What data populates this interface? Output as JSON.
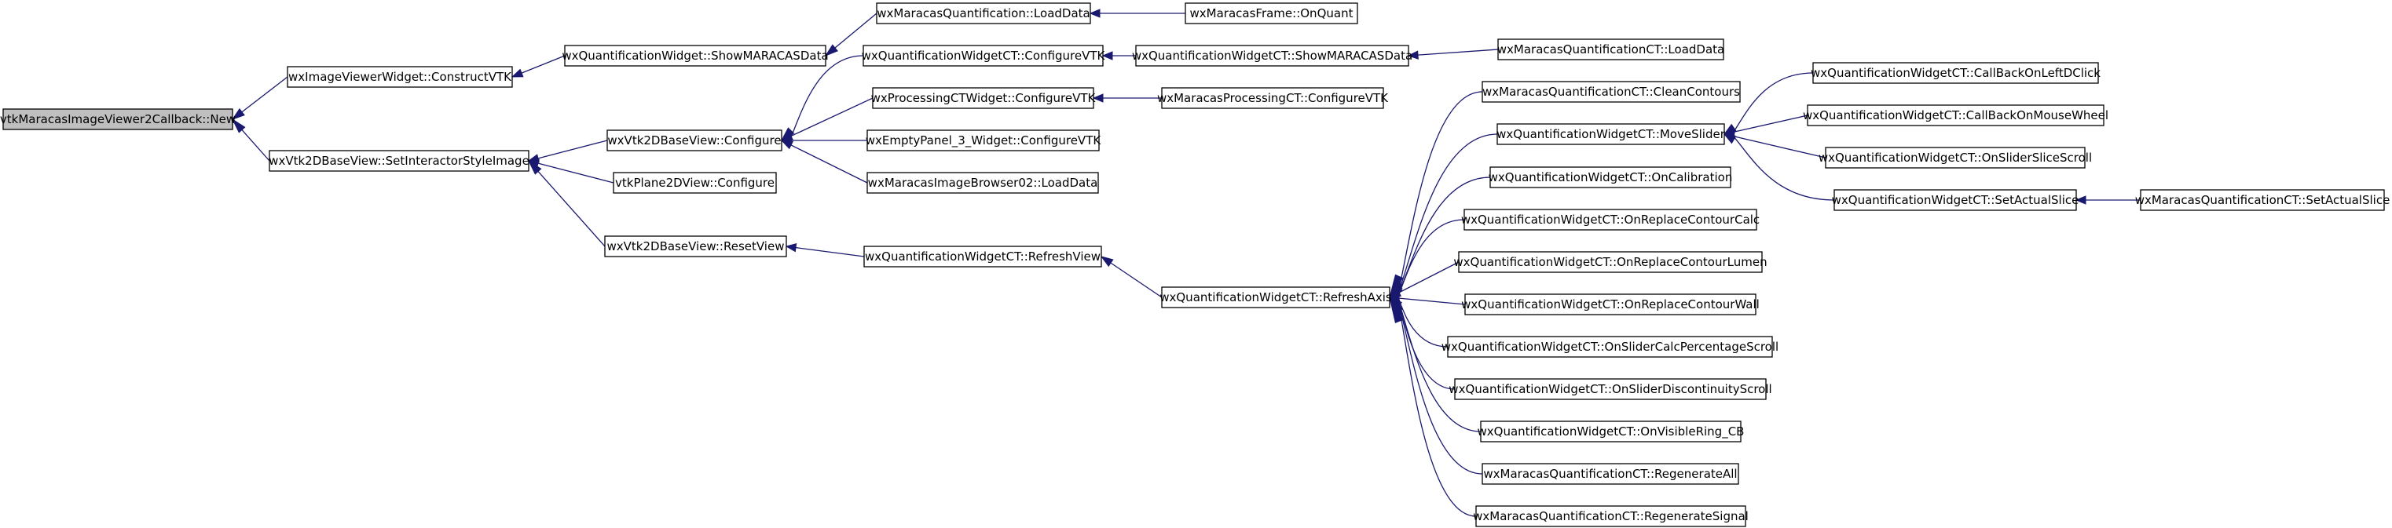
{
  "diagram": {
    "type": "doxygen-caller-graph",
    "colors": {
      "edge": "#191970",
      "node_border": "#000000",
      "root_fill": "#bfbfbf",
      "node_fill": "#ffffff"
    },
    "nodes": [
      {
        "id": "n_root",
        "label": "vtkMaracasImageViewer2Callback::New",
        "root": true
      },
      {
        "id": "n_ivw",
        "label": "wxImageViewerWidget::ConstructVTK"
      },
      {
        "id": "n_sisi",
        "label": "wxVtk2DBaseView::SetInteractorStyleImage"
      },
      {
        "id": "n_qwsm",
        "label": "wxQuantificationWidget::ShowMARACASData"
      },
      {
        "id": "n_mqld",
        "label": "wxMaracasQuantification::LoadData"
      },
      {
        "id": "n_mfoq",
        "label": "wxMaracasFrame::OnQuant"
      },
      {
        "id": "n_v2dc",
        "label": "wxVtk2DBaseView::Configure"
      },
      {
        "id": "n_p2dc",
        "label": "vtkPlane2DView::Configure"
      },
      {
        "id": "n_v2rv",
        "label": "wxVtk2DBaseView::ResetView"
      },
      {
        "id": "n_qcvtk",
        "label": "wxQuantificationWidgetCT::ConfigureVTK"
      },
      {
        "id": "n_pcvtk",
        "label": "wxProcessingCTWidget::ConfigureVTK"
      },
      {
        "id": "n_ep3",
        "label": "wxEmptyPanel_3_Widget::ConfigureVTK"
      },
      {
        "id": "n_mib02",
        "label": "wxMaracasImageBrowser02::LoadData"
      },
      {
        "id": "n_qcrv",
        "label": "wxQuantificationWidgetCT::RefreshView"
      },
      {
        "id": "n_qcsm",
        "label": "wxQuantificationWidgetCT::ShowMARACASData"
      },
      {
        "id": "n_mpcv",
        "label": "wxMaracasProcessingCT::ConfigureVTK"
      },
      {
        "id": "n_qcra",
        "label": "wxQuantificationWidgetCT::RefreshAxis"
      },
      {
        "id": "n_mqcld",
        "label": "wxMaracasQuantificationCT::LoadData"
      },
      {
        "id": "n_cc",
        "label": "wxMaracasQuantificationCT::CleanContours"
      },
      {
        "id": "n_ms",
        "label": "wxQuantificationWidgetCT::MoveSlider"
      },
      {
        "id": "n_ocal",
        "label": "wxQuantificationWidgetCT::OnCalibration"
      },
      {
        "id": "n_orcc",
        "label": "wxQuantificationWidgetCT::OnReplaceContourCalc"
      },
      {
        "id": "n_orcl",
        "label": "wxQuantificationWidgetCT::OnReplaceContourLumen"
      },
      {
        "id": "n_orcw",
        "label": "wxQuantificationWidgetCT::OnReplaceContourWall"
      },
      {
        "id": "n_oscp",
        "label": "wxQuantificationWidgetCT::OnSliderCalcPercentageScroll"
      },
      {
        "id": "n_osds",
        "label": "wxQuantificationWidgetCT::OnSliderDiscontinuityScroll"
      },
      {
        "id": "n_ovr",
        "label": "wxQuantificationWidgetCT::OnVisibleRing_CB"
      },
      {
        "id": "n_rall",
        "label": "wxMaracasQuantificationCT::RegenerateAll"
      },
      {
        "id": "n_rsig",
        "label": "wxMaracasQuantificationCT::RegenerateSignal"
      },
      {
        "id": "n_cbld",
        "label": "wxQuantificationWidgetCT::CallBackOnLeftDClick"
      },
      {
        "id": "n_cbmw",
        "label": "wxQuantificationWidgetCT::CallBackOnMouseWheel"
      },
      {
        "id": "n_oss",
        "label": "wxQuantificationWidgetCT::OnSliderSliceScroll"
      },
      {
        "id": "n_sas",
        "label": "wxQuantificationWidgetCT::SetActualSlice"
      },
      {
        "id": "n_mqsas",
        "label": "wxMaracasQuantificationCT::SetActualSlice"
      }
    ],
    "edges": [
      {
        "from": "n_ivw",
        "to": "n_root"
      },
      {
        "from": "n_sisi",
        "to": "n_root"
      },
      {
        "from": "n_qwsm",
        "to": "n_ivw"
      },
      {
        "from": "n_mqld",
        "to": "n_qwsm"
      },
      {
        "from": "n_mfoq",
        "to": "n_mqld"
      },
      {
        "from": "n_v2dc",
        "to": "n_sisi"
      },
      {
        "from": "n_p2dc",
        "to": "n_sisi"
      },
      {
        "from": "n_v2rv",
        "to": "n_sisi"
      },
      {
        "from": "n_qcvtk",
        "to": "n_v2dc"
      },
      {
        "from": "n_pcvtk",
        "to": "n_v2dc"
      },
      {
        "from": "n_ep3",
        "to": "n_v2dc"
      },
      {
        "from": "n_mib02",
        "to": "n_v2dc"
      },
      {
        "from": "n_qcrv",
        "to": "n_v2rv"
      },
      {
        "from": "n_qcsm",
        "to": "n_qcvtk"
      },
      {
        "from": "n_mqcld",
        "to": "n_qcsm"
      },
      {
        "from": "n_mpcv",
        "to": "n_pcvtk"
      },
      {
        "from": "n_qcra",
        "to": "n_qcrv"
      },
      {
        "from": "n_cc",
        "to": "n_qcra"
      },
      {
        "from": "n_ms",
        "to": "n_qcra"
      },
      {
        "from": "n_ocal",
        "to": "n_qcra"
      },
      {
        "from": "n_orcc",
        "to": "n_qcra"
      },
      {
        "from": "n_orcl",
        "to": "n_qcra"
      },
      {
        "from": "n_orcw",
        "to": "n_qcra"
      },
      {
        "from": "n_oscp",
        "to": "n_qcra"
      },
      {
        "from": "n_osds",
        "to": "n_qcra"
      },
      {
        "from": "n_ovr",
        "to": "n_qcra"
      },
      {
        "from": "n_rall",
        "to": "n_qcra"
      },
      {
        "from": "n_rsig",
        "to": "n_qcra"
      },
      {
        "from": "n_cbld",
        "to": "n_ms"
      },
      {
        "from": "n_cbmw",
        "to": "n_ms"
      },
      {
        "from": "n_oss",
        "to": "n_ms"
      },
      {
        "from": "n_sas",
        "to": "n_ms"
      },
      {
        "from": "n_mqsas",
        "to": "n_sas"
      }
    ]
  }
}
